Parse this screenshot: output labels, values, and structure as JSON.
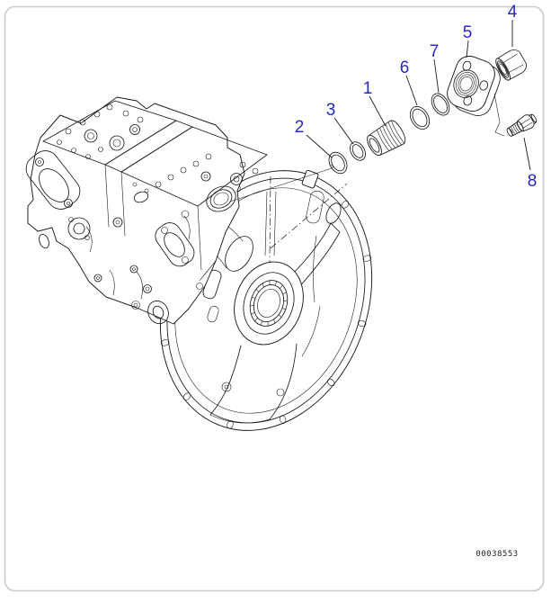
{
  "diagram": {
    "drawing_number": "00038553",
    "callouts": [
      {
        "number": "1"
      },
      {
        "number": "2"
      },
      {
        "number": "3"
      },
      {
        "number": "4"
      },
      {
        "number": "5"
      },
      {
        "number": "6"
      },
      {
        "number": "7"
      },
      {
        "number": "8"
      }
    ],
    "colors": {
      "callout": "#2828c8",
      "line": "#1a1a1a",
      "frame": "#c9c9c9",
      "background": "#ffffff"
    }
  }
}
